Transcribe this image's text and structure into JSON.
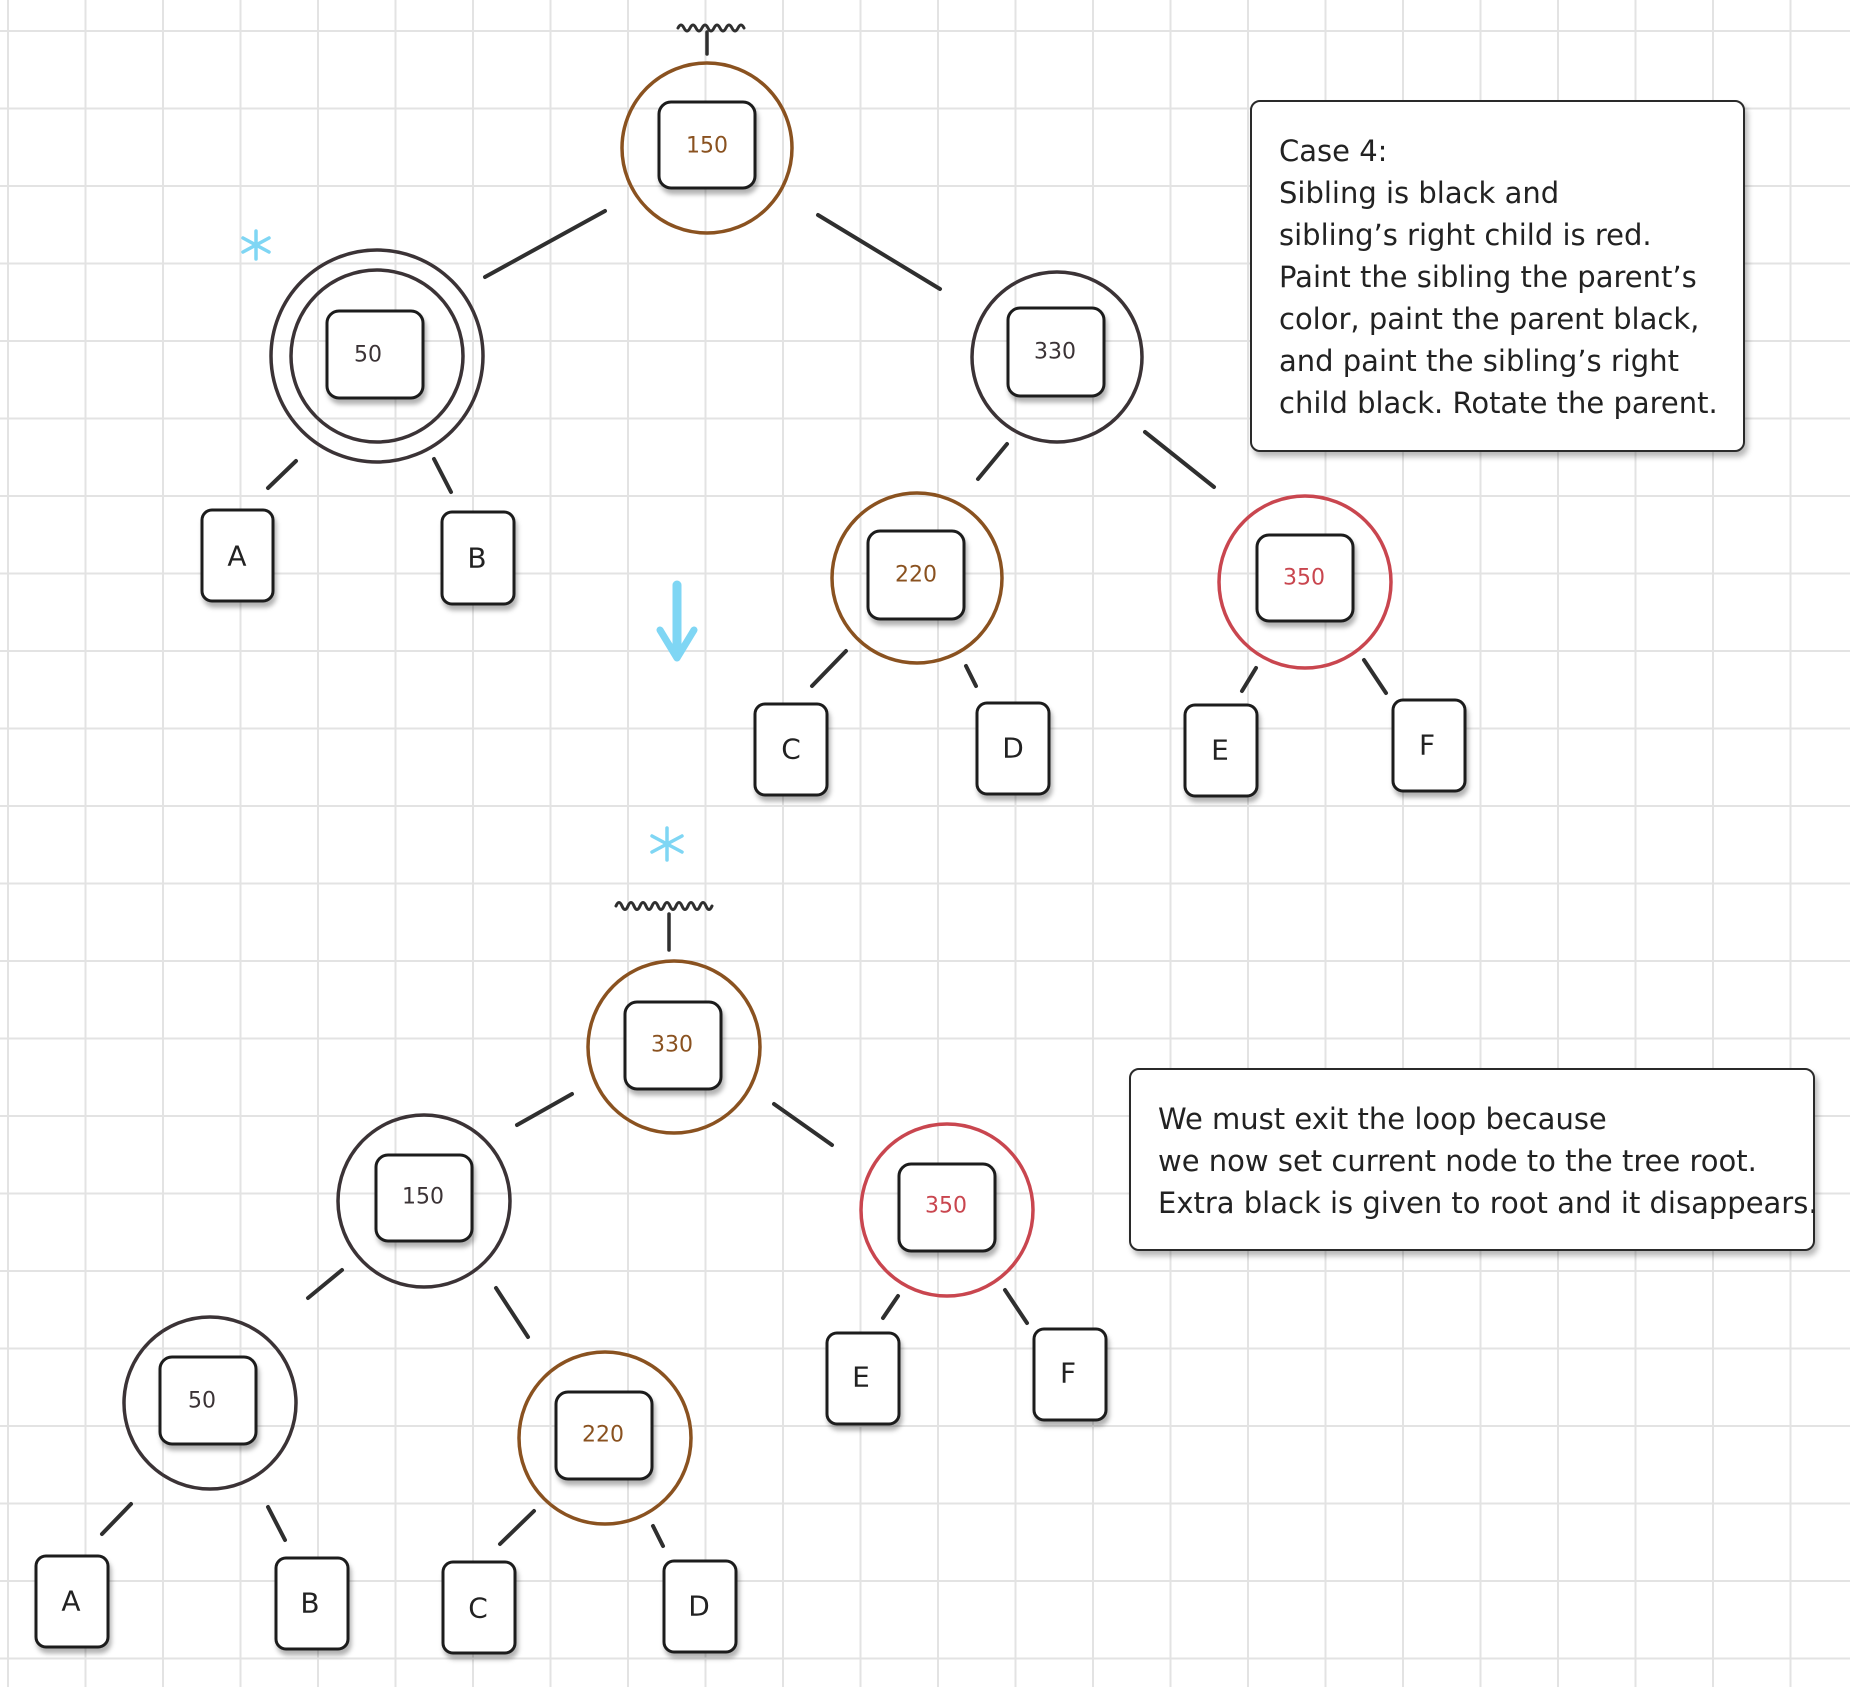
{
  "colors": {
    "red": "#c9464f",
    "brown": "#8a5220",
    "black": "#3b3336",
    "edge": "#2f2f2f",
    "marker": "#7fd6f4"
  },
  "top_tree": {
    "nodes": [
      {
        "key": "n150",
        "label": "150",
        "color": "brown"
      },
      {
        "key": "n50",
        "label": "50",
        "color": "black",
        "double_black": true
      },
      {
        "key": "n330",
        "label": "330",
        "color": "black"
      },
      {
        "key": "n220",
        "label": "220",
        "color": "brown"
      },
      {
        "key": "n350",
        "label": "350",
        "color": "red"
      }
    ],
    "leaves": [
      {
        "key": "A",
        "label": "A"
      },
      {
        "key": "B",
        "label": "B"
      },
      {
        "key": "C",
        "label": "C"
      },
      {
        "key": "D",
        "label": "D"
      },
      {
        "key": "E",
        "label": "E"
      },
      {
        "key": "F",
        "label": "F"
      }
    ]
  },
  "bottom_tree": {
    "nodes": [
      {
        "key": "n330",
        "label": "330",
        "color": "brown"
      },
      {
        "key": "n150",
        "label": "150",
        "color": "black"
      },
      {
        "key": "n350",
        "label": "350",
        "color": "red"
      },
      {
        "key": "n50",
        "label": "50",
        "color": "black"
      },
      {
        "key": "n220",
        "label": "220",
        "color": "brown"
      }
    ],
    "leaves": [
      {
        "key": "A",
        "label": "A"
      },
      {
        "key": "B",
        "label": "B"
      },
      {
        "key": "C",
        "label": "C"
      },
      {
        "key": "D",
        "label": "D"
      },
      {
        "key": "E",
        "label": "E"
      },
      {
        "key": "F",
        "label": "F"
      }
    ]
  },
  "notes": {
    "case4": {
      "lines": [
        "Case 4:",
        "Sibling is black and",
        "sibling’s right child is red.",
        "Paint the sibling the parent’s",
        "color, paint the parent black,",
        "and paint the sibling’s right",
        "child black. Rotate the parent."
      ]
    },
    "exit": {
      "lines": [
        "We must exit the loop because",
        "we now set current node to the tree root.",
        "Extra black is given to root and it disappears."
      ]
    }
  }
}
